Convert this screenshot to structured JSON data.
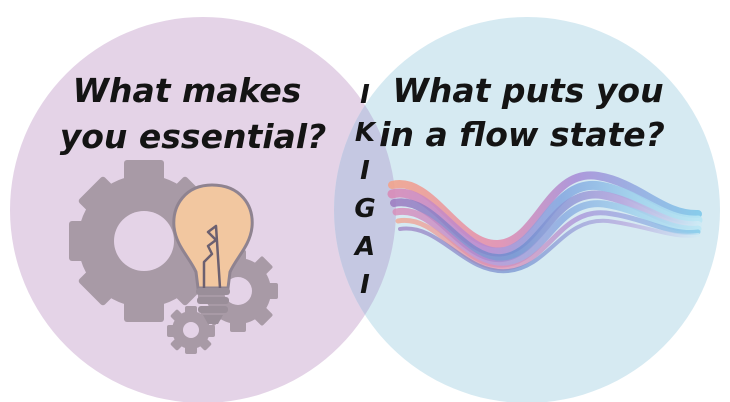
{
  "left_circle": {
    "line1": "What makes",
    "line2": "you essential?",
    "fill": "#e4d3e7",
    "illustration_icon": "gears-and-lightbulb-icon"
  },
  "right_circle": {
    "line1": "What puts you",
    "line2": "in a flow state?",
    "fill": "#d6eaf2",
    "illustration_icon": "flowing-ribbon-wave-icon"
  },
  "overlap": {
    "fill": "#c5c8e2",
    "letters": [
      "I",
      "K",
      "I",
      "G",
      "A",
      "I"
    ]
  },
  "colors": {
    "gear": "#a89aa6",
    "bulb_glass": "#f2c7a0",
    "bulb_outline": "#8f8390",
    "bulb_base": "#9a8e99",
    "text": "#141414"
  }
}
